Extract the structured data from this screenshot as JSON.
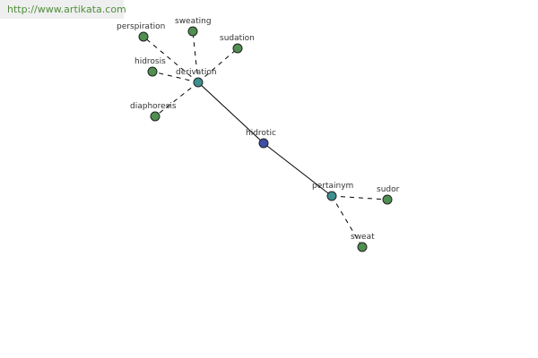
{
  "banner": {
    "url_text": "http://www.artikata.com"
  },
  "colors": {
    "center_node": "#3f4fa3",
    "relation_node": "#3f8f8f",
    "leaf_node": "#4f8f4f",
    "banner_text": "#4f8f3b",
    "banner_bg": "#efefef"
  },
  "graph": {
    "nodes": [
      {
        "id": "hidrotic",
        "label": "hidrotic",
        "kind": "center"
      },
      {
        "id": "derivation",
        "label": "derivation",
        "kind": "relation"
      },
      {
        "id": "pertainym",
        "label": "pertainym",
        "kind": "relation"
      },
      {
        "id": "perspiration",
        "label": "perspiration",
        "kind": "leaf"
      },
      {
        "id": "sweating",
        "label": "sweating",
        "kind": "leaf"
      },
      {
        "id": "sudation",
        "label": "sudation",
        "kind": "leaf"
      },
      {
        "id": "hidrosis",
        "label": "hidrosis",
        "kind": "leaf"
      },
      {
        "id": "diaphoresis",
        "label": "diaphoresis",
        "kind": "leaf"
      },
      {
        "id": "sudor",
        "label": "sudor",
        "kind": "leaf"
      },
      {
        "id": "sweat",
        "label": "sweat",
        "kind": "leaf"
      }
    ],
    "edges": [
      {
        "from": "hidrotic",
        "to": "derivation",
        "style": "solid"
      },
      {
        "from": "hidrotic",
        "to": "pertainym",
        "style": "solid"
      },
      {
        "from": "derivation",
        "to": "perspiration",
        "style": "dashed"
      },
      {
        "from": "derivation",
        "to": "sweating",
        "style": "dashed"
      },
      {
        "from": "derivation",
        "to": "sudation",
        "style": "dashed"
      },
      {
        "from": "derivation",
        "to": "hidrosis",
        "style": "dashed"
      },
      {
        "from": "derivation",
        "to": "diaphoresis",
        "style": "dashed"
      },
      {
        "from": "pertainym",
        "to": "sudor",
        "style": "dashed"
      },
      {
        "from": "pertainym",
        "to": "sweat",
        "style": "dashed"
      }
    ]
  }
}
